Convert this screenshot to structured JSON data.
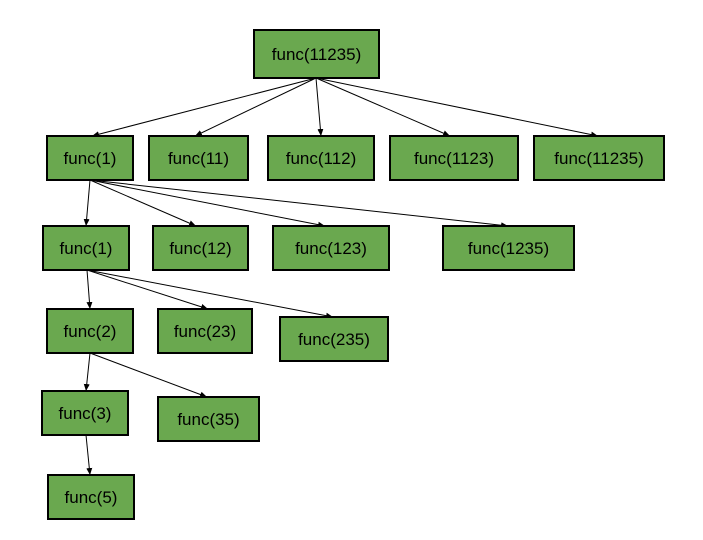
{
  "colors": {
    "node_fill": "#6aa84f",
    "node_border": "#000000",
    "edge": "#000000",
    "background": "#ffffff"
  },
  "nodes": [
    {
      "id": "root",
      "label": "func(11235)"
    },
    {
      "id": "l1a",
      "label": "func(1)"
    },
    {
      "id": "l1b",
      "label": "func(11)"
    },
    {
      "id": "l1c",
      "label": "func(112)"
    },
    {
      "id": "l1d",
      "label": "func(1123)"
    },
    {
      "id": "l1e",
      "label": "func(11235)"
    },
    {
      "id": "l2a",
      "label": "func(1)"
    },
    {
      "id": "l2b",
      "label": "func(12)"
    },
    {
      "id": "l2c",
      "label": "func(123)"
    },
    {
      "id": "l2d",
      "label": "func(1235)"
    },
    {
      "id": "l3a",
      "label": "func(2)"
    },
    {
      "id": "l3b",
      "label": "func(23)"
    },
    {
      "id": "l3c",
      "label": "func(235)"
    },
    {
      "id": "l4a",
      "label": "func(3)"
    },
    {
      "id": "l4b",
      "label": "func(35)"
    },
    {
      "id": "l5a",
      "label": "func(5)"
    }
  ],
  "edges": [
    {
      "from": "root",
      "to": "l1a"
    },
    {
      "from": "root",
      "to": "l1b"
    },
    {
      "from": "root",
      "to": "l1c"
    },
    {
      "from": "root",
      "to": "l1d"
    },
    {
      "from": "root",
      "to": "l1e"
    },
    {
      "from": "l1a",
      "to": "l2a"
    },
    {
      "from": "l1a",
      "to": "l2b"
    },
    {
      "from": "l1a",
      "to": "l2c"
    },
    {
      "from": "l1a",
      "to": "l2d"
    },
    {
      "from": "l2a",
      "to": "l3a"
    },
    {
      "from": "l2a",
      "to": "l3b"
    },
    {
      "from": "l2a",
      "to": "l3c"
    },
    {
      "from": "l3a",
      "to": "l4a"
    },
    {
      "from": "l3a",
      "to": "l4b"
    },
    {
      "from": "l4a",
      "to": "l5a"
    }
  ]
}
